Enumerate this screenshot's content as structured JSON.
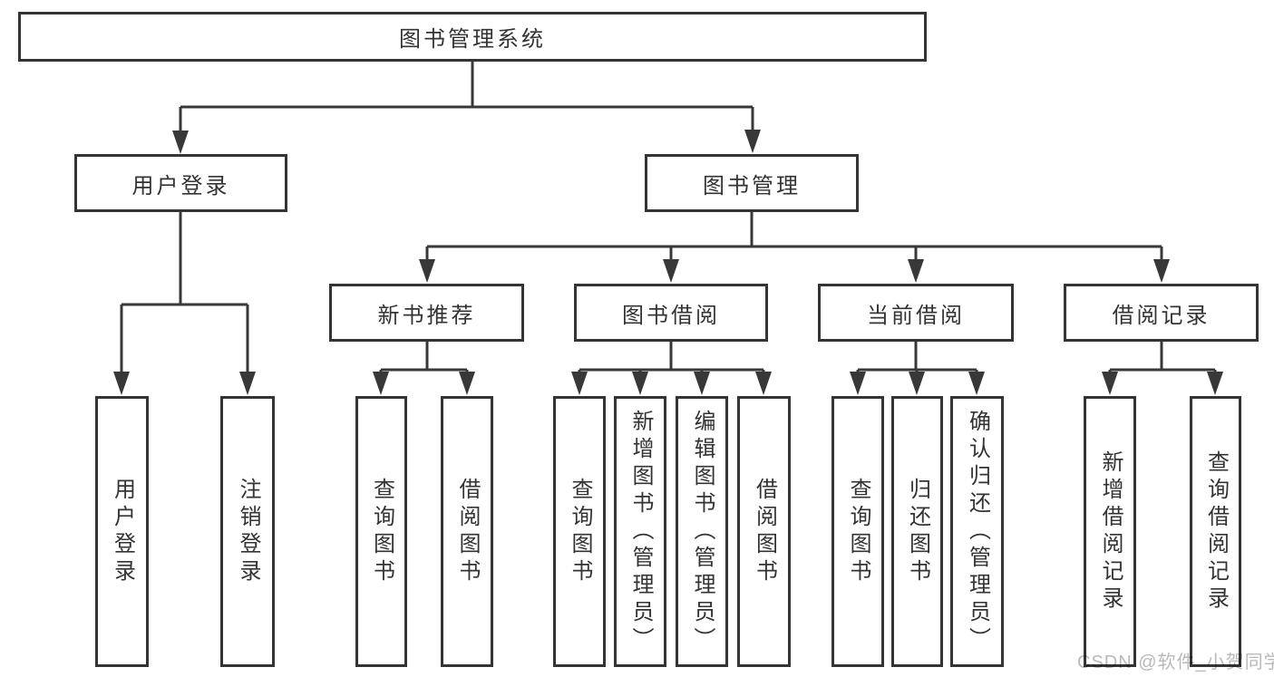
{
  "nodes": {
    "root": "图书管理系统",
    "user_login": "用户登录",
    "book_management": "图书管理",
    "new_book_recommend": "新书推荐",
    "book_borrowing": "图书借阅",
    "current_borrowing": "当前借阅",
    "borrowing_records": "借阅记录",
    "login_user": "用户登录",
    "logout": "注销登录",
    "nbr_query_books": "查询图书",
    "nbr_borrow_books": "借阅图书",
    "bb_query_books": "查询图书",
    "bb_add_books_admin": "新增图书（管理员）",
    "bb_edit_books_admin": "编辑图书（管理员）",
    "bb_borrow_books": "借阅图书",
    "cb_query_books": "查询图书",
    "cb_return_books": "归还图书",
    "cb_confirm_return_admin": "确认归还（管理员）",
    "br_add_record": "新增借阅记录",
    "br_query_record": "查询借阅记录"
  },
  "structure": {
    "label": "图书管理系统",
    "children": [
      {
        "label": "用户登录",
        "children": [
          {
            "label": "用户登录"
          },
          {
            "label": "注销登录"
          }
        ]
      },
      {
        "label": "图书管理",
        "children": [
          {
            "label": "新书推荐",
            "children": [
              {
                "label": "查询图书"
              },
              {
                "label": "借阅图书"
              }
            ]
          },
          {
            "label": "图书借阅",
            "children": [
              {
                "label": "查询图书"
              },
              {
                "label": "新增图书（管理员）"
              },
              {
                "label": "编辑图书（管理员）"
              },
              {
                "label": "借阅图书"
              }
            ]
          },
          {
            "label": "当前借阅",
            "children": [
              {
                "label": "查询图书"
              },
              {
                "label": "归还图书"
              },
              {
                "label": "确认归还（管理员）"
              }
            ]
          },
          {
            "label": "借阅记录",
            "children": [
              {
                "label": "新增借阅记录"
              },
              {
                "label": "查询借阅记录"
              }
            ]
          }
        ]
      }
    ]
  },
  "watermark": "CSDN @软件_小贺同学",
  "colors": {
    "line": "#383838",
    "text": "#333333",
    "box_background": "#ffffff",
    "watermark": "#b9b9b9",
    "background": "#ffffff"
  }
}
